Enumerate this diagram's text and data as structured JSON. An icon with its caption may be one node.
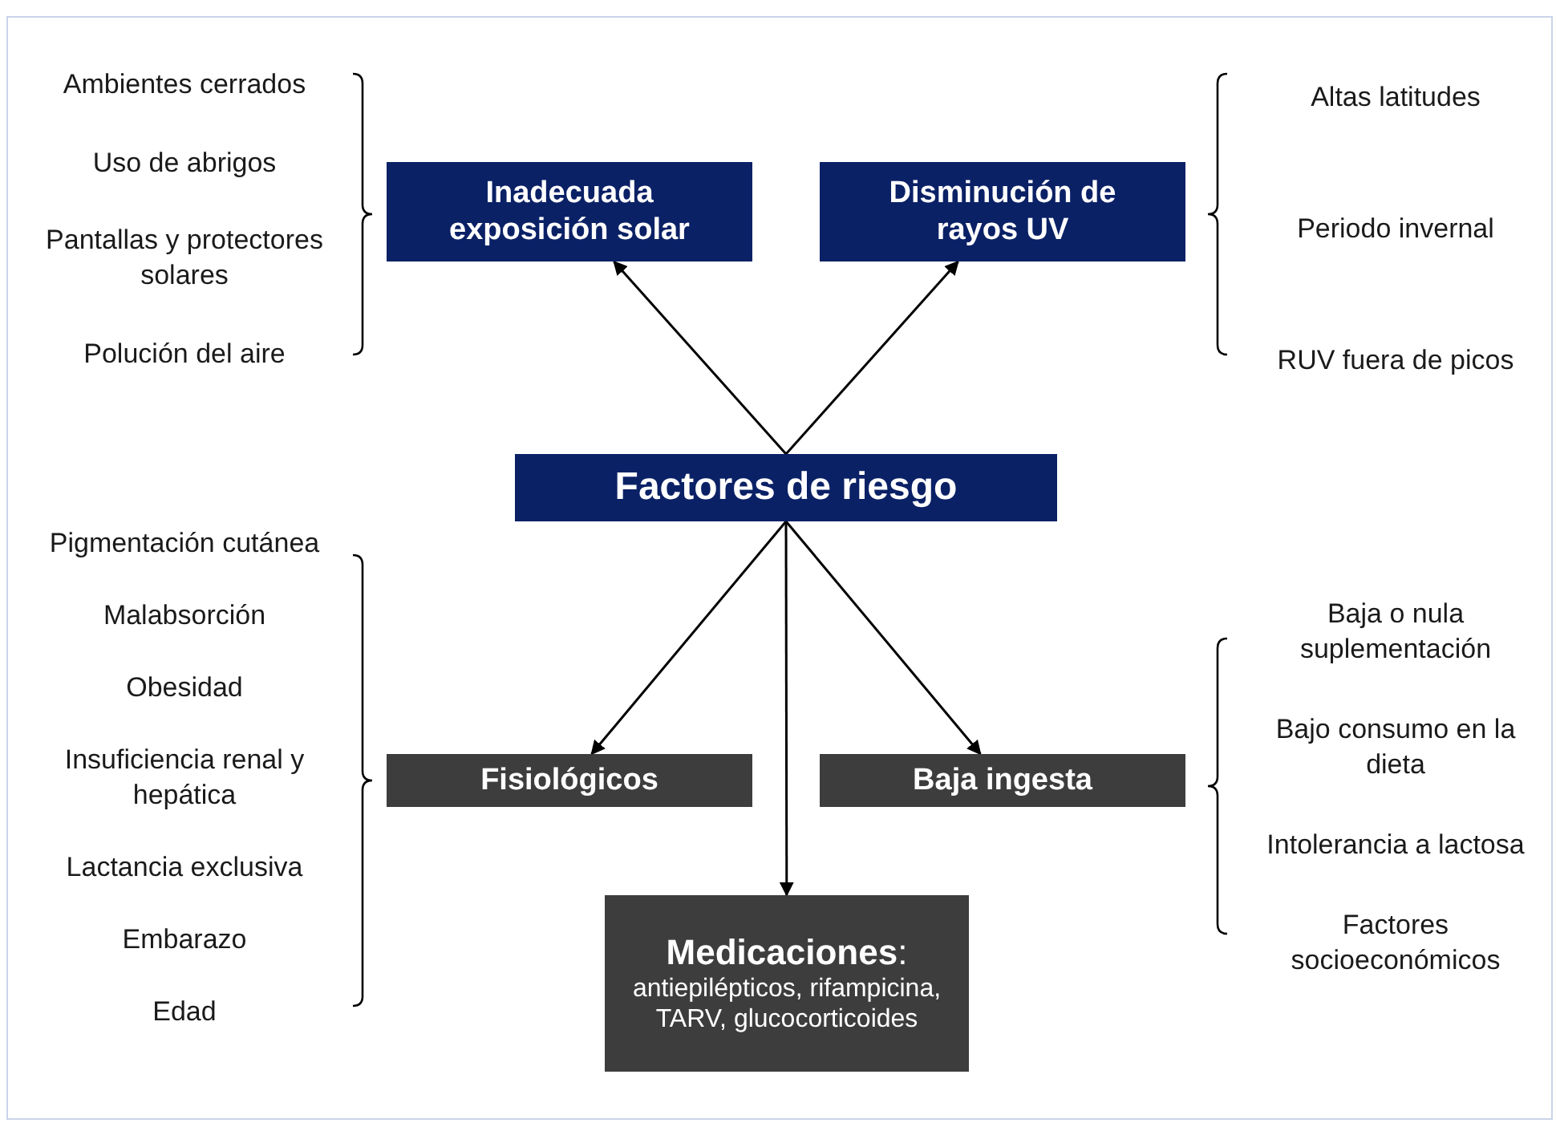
{
  "diagram": {
    "nodes": [
      {
        "text": [
          "Factores de riesgo"
        ]
      },
      {
        "text": [
          "Inadecuada exposición solar"
        ]
      },
      {
        "text": [
          "Disminución de rayos UV"
        ]
      },
      {
        "text": [
          "Fisiológicos"
        ]
      },
      {
        "text": [
          "Baja ingesta"
        ]
      },
      {
        "text": [
          "**Medicaciones**:",
          "antiepilépticos, rifampicina, TARV, glucocorticoides"
        ]
      }
    ],
    "edges": [
      {
        "from": 0,
        "to": 1,
        "arrow": "to"
      },
      {
        "from": 0,
        "to": 2,
        "arrow": "to"
      },
      {
        "from": 0,
        "to": 3,
        "arrow": "to"
      },
      {
        "from": 0,
        "to": 4,
        "arrow": "to"
      },
      {
        "from": 0,
        "to": 5,
        "arrow": "to"
      }
    ],
    "labels": [
      "Ambientes cerrados",
      "Uso de abrigos",
      "Pantallas y protectores solares",
      "Polución del aire",
      "Altas latitudes",
      "Periodo invernal",
      "RUV fuera de picos",
      "Pigmentación cutánea",
      "Malabsorción",
      "Obesidad",
      "Insuficiencia renal y hepática",
      "Lactancia exclusiva",
      "Embarazo",
      "Edad",
      "Baja o nula suplementación",
      "Bajo consumo en la dieta",
      "Intolerancia a lactosa",
      "Factores socioeconómicos"
    ]
  }
}
